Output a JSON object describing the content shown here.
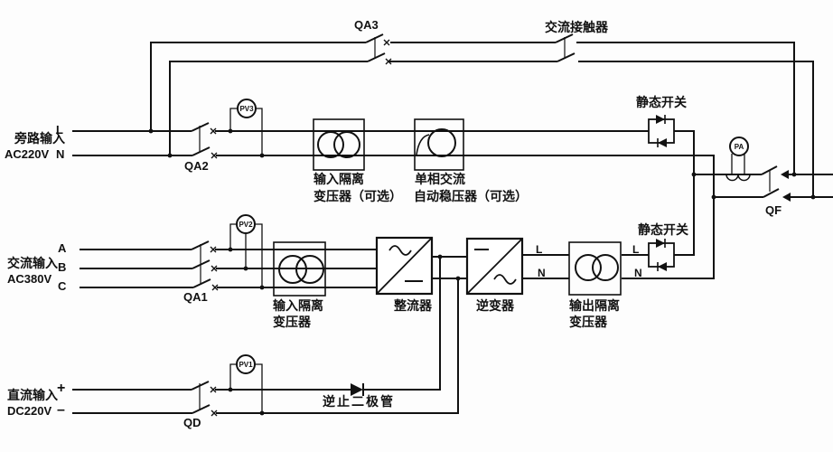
{
  "diagram": {
    "top": {
      "qa3": "QA3",
      "contactor": "交流接触器"
    },
    "bypass": {
      "title1": "旁路输入",
      "title2": "AC220V",
      "l": "L",
      "n": "N",
      "qa2": "QA2",
      "pv3": "PV3",
      "tx_line1": "输入隔离",
      "tx_line2": "变压器（可选）",
      "stab_line1": "单相交流",
      "stab_line2": "自动稳压器（可选）",
      "static_switch": "静态开关"
    },
    "ac_input": {
      "title1": "交流输入",
      "title2": "AC380V",
      "a": "A",
      "b": "B",
      "c": "C",
      "qa1": "QA1",
      "pv2": "PV2",
      "tx_line1": "输入隔离",
      "tx_line2": "变压器",
      "rectifier": "整流器",
      "inverter": "逆变器"
    },
    "output": {
      "l_in": "L",
      "n_in": "N",
      "l_out": "L",
      "n_out": "N",
      "tx_line1": "输出隔离",
      "tx_line2": "变压器",
      "static_switch": "静态开关",
      "pa": "PA",
      "qf": "QF"
    },
    "dc_input": {
      "title1": "直流输入",
      "title2": "DC220V",
      "plus": "+",
      "minus": "–",
      "qd": "QD",
      "pv1": "PV1",
      "blocking_diode": "逆止二极管"
    },
    "colors": {
      "line": "#111111",
      "background": "#fdfdfd"
    }
  }
}
